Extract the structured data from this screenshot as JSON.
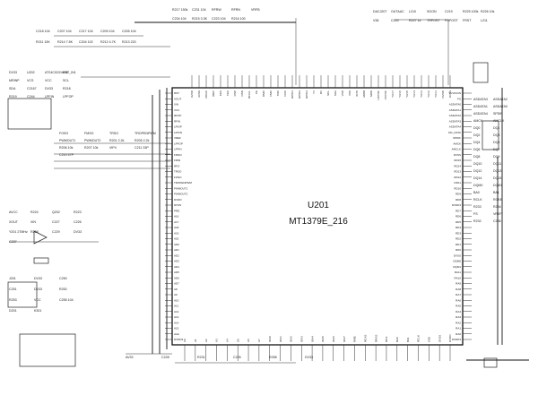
{
  "chip": {
    "ref": "U201",
    "part": "MT1379E_216",
    "left_pins": [
      "RST",
      "XOUT",
      "XIN",
      "VCC",
      "RFOP",
      "RFIN",
      "LPIOP",
      "LPION",
      "VREF",
      "LPFOP",
      "LPFIN",
      "FMSO",
      "FMSI",
      "RFO",
      "TRSO",
      "FOSO",
      "TROPENPWM",
      "PWMOUT1",
      "PWMOUT2",
      "DVDD",
      "DVSS",
      "PRD",
      "A16",
      "A17",
      "A18",
      "A19",
      "A20",
      "AD0",
      "AD1",
      "AD2",
      "AD3",
      "AD4",
      "AD5",
      "AD6",
      "AD7",
      "A8",
      "A9",
      "A10",
      "A11",
      "A12",
      "A13",
      "A14",
      "A15",
      "ALE",
      "DVDD3"
    ],
    "right_pins": [
      "YUV0/CIN",
      "FS",
      "ASDATA0",
      "ASDATA1",
      "ASDATA2",
      "ASDATA3",
      "ASDATA4",
      "MC_DATA",
      "SPDIF",
      "AMCK",
      "AMCLK",
      "DVSS",
      "RD15",
      "RD14",
      "RD13",
      "RD12",
      "RD11",
      "RD10",
      "RD9",
      "RD8",
      "DVDD3",
      "RD7",
      "RD6",
      "RD5",
      "RD4",
      "RD3",
      "RD2",
      "RD1",
      "RD0",
      "DVSS",
      "DQM0",
      "DQM1",
      "RA11",
      "RA10",
      "RA9",
      "RA8",
      "RA7",
      "RA6",
      "RA5",
      "RA4",
      "RA3",
      "RA2",
      "RA1",
      "RA0",
      "DVDD3"
    ],
    "top_pins": [
      "AVDD",
      "AVSS",
      "RFGC",
      "IREF",
      "FEO",
      "TEO",
      "OSP",
      "OSN",
      "RFLVL",
      "CE",
      "DMO",
      "FMO",
      "TRO",
      "FOO",
      "GPIO1",
      "GPIO2",
      "GPIO3",
      "TX",
      "RX",
      "SCL",
      "SDA",
      "VDD",
      "VSS",
      "INT0",
      "MWR",
      "MRD",
      "HSYNC",
      "VSYNC",
      "YUV7",
      "YUV6",
      "YUV5",
      "YUV4",
      "YUV3",
      "YUV2",
      "YUV1",
      "DVDD",
      "DVSS"
    ],
    "bottom_pins": [
      "A0",
      "A1",
      "A2",
      "A3",
      "A4",
      "A5",
      "A6",
      "A7",
      "IOA0",
      "IOA1",
      "IOA2",
      "IOA3",
      "IOA4",
      "IOA5",
      "IOA6",
      "IOA7",
      "RWE",
      "RCAS",
      "RRAS",
      "RCS",
      "BA0",
      "BA1",
      "RCLK",
      "CKE",
      "DVSS",
      "DVDD"
    ]
  },
  "labels": {
    "top_left": [
      "C218 104",
      "C207 104",
      "C217 104",
      "C209 104",
      "C205 104",
      "R211 10K",
      "R214 7.5K",
      "C204 102",
      "R212 4.7K",
      "R213 220"
    ],
    "top_mid": [
      "R217 150k",
      "C231 104",
      "RFRW",
      "RFRN",
      "VRFB",
      "C234 104",
      "R215 3.3K",
      "C223 104",
      "R216 100"
    ],
    "top_right": [
      "DACJ207",
      "OUTAAC",
      "L210",
      "SGON",
      "C219",
      "R225 100k",
      "R226 10k",
      "V38",
      "C220",
      "R227 1k",
      "TRPOST",
      "FOPOST",
      "FRST",
      "L211"
    ],
    "left_top": [
      "DV33",
      "U202",
      "AT24C02/24c08",
      "RST_IN1",
      "MRINP",
      "VCS",
      "VCC",
      "SCL",
      "SDA",
      "C2167",
      "DV33",
      "R218",
      "R219",
      "C244",
      "LPFIN",
      "LPFOP"
    ],
    "left_mid": [
      "FOSO",
      "FMSO",
      "TRSO",
      "TROPENPWM",
      "PWMOUT1",
      "PWMOUT2",
      "R201 2.2k",
      "R205 2.2k",
      "R206 10k",
      "R207 10k",
      "VIP4",
      "C211 33P",
      "C210 47P"
    ],
    "left_low": [
      "AVCC",
      "R224",
      "Q202",
      "R223",
      "XOUT",
      "XIN",
      "C227",
      "C226",
      "Y201 27MHz",
      "R228",
      "C229",
      "DV33",
      "C237"
    ],
    "left_bot": [
      "J201",
      "DV33",
      "C250",
      "C251",
      "DV33",
      "R252",
      "R253",
      "VCC",
      "C255 104",
      "D201",
      "K301"
    ],
    "right_side": [
      "ASDATA3",
      "ASDATA2",
      "ASDATA1",
      "ASDATA0",
      "ASDATA4",
      "SPDIF",
      "AMCK",
      "AMCLK",
      "DQ0",
      "DQ1",
      "DQ2",
      "DQ3",
      "DQ4",
      "DQ5",
      "DQ6",
      "DQ7",
      "DQ8",
      "DQ9",
      "DQ10",
      "DQ11",
      "DQ12",
      "DQ13",
      "DQ14",
      "DQ15",
      "DQM0",
      "DQM1",
      "BA0",
      "BA1",
      "RCLK",
      "RCKE",
      "R233",
      "R234",
      "FS",
      "VREF",
      "R232",
      "C236"
    ],
    "bottom": [
      "AV33",
      "C228",
      "R231",
      "C226",
      "R258",
      "DV33"
    ]
  }
}
